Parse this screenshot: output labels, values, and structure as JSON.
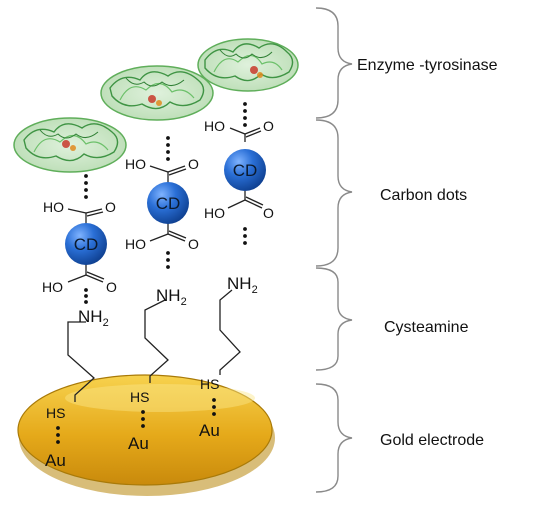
{
  "layers": {
    "enzyme": "Enzyme -tyrosinase",
    "carbon_dots": "Carbon dots",
    "cysteamine": "Cysteamine",
    "gold": "Gold electrode"
  },
  "chem": {
    "cd": "CD",
    "ho": "HO",
    "o": "O",
    "nh2_base": "NH",
    "nh2_sub": "2",
    "hs": "HS",
    "au": "Au"
  },
  "colors": {
    "gold_fill": "#e8b52a",
    "gold_edge": "#b8860b",
    "cd_blue": "#1f63c9",
    "enzyme_green": "#5fae5a",
    "bracket": "#8a8a8a"
  }
}
